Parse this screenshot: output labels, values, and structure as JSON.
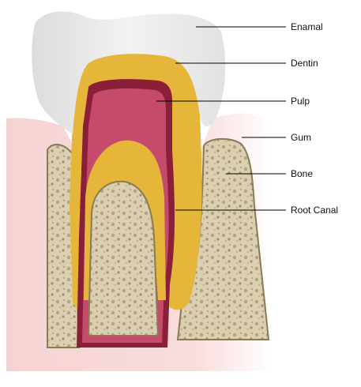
{
  "labels": {
    "enamal": "Enamal",
    "dentin": "Dentin",
    "pulp": "Pulp",
    "gum": "Gum",
    "bone": "Bone",
    "root_canal": "Root Canal"
  },
  "colors": {
    "enamel": "#ebebeb",
    "dentin": "#e8b83a",
    "pulp": "#c94a6c",
    "pulp_dark": "#8a1f3a",
    "gum": "#f3c9c9",
    "bone": "#d9cdb0",
    "bone_speck": "#a89a78",
    "outline": "#6d5a3a"
  }
}
